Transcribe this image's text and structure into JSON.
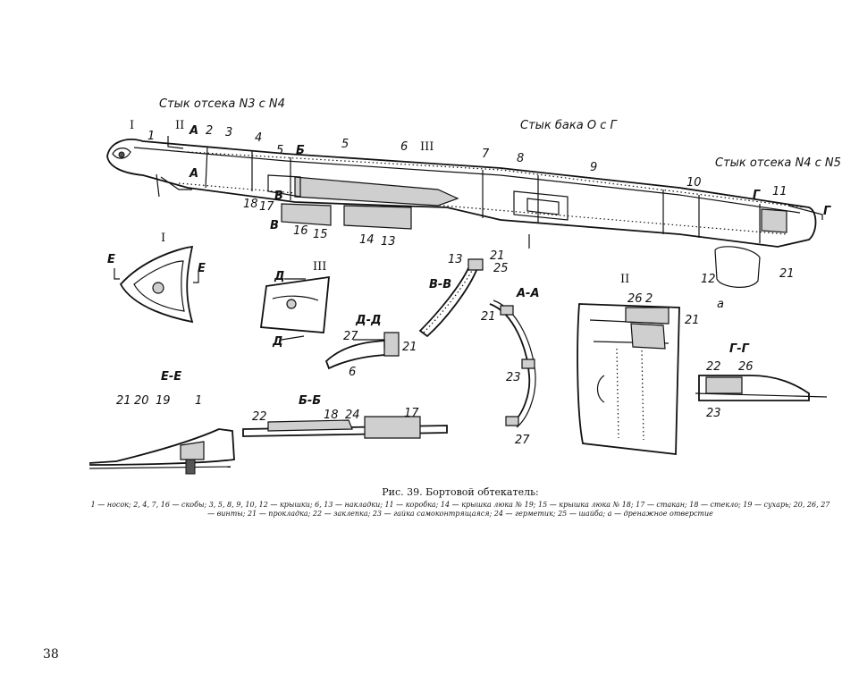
{
  "figure": {
    "joint_labels": {
      "n3_n4": "Стык отсека N3 с N4",
      "tank_o_g": "Стык бака О с Г",
      "n4_n5": "Стык отсека N4 с N5"
    },
    "callouts": [
      "1",
      "2",
      "3",
      "4",
      "5",
      "6",
      "7",
      "8",
      "9",
      "10",
      "11",
      "12",
      "13",
      "14",
      "15",
      "16",
      "17",
      "18",
      "19",
      "20",
      "21",
      "22",
      "23",
      "24",
      "25",
      "26",
      "27",
      "а"
    ],
    "view_labels": {
      "I": "I",
      "II": "II",
      "III": "III",
      "A": "А",
      "B": "Б",
      "V": "В",
      "G": "Г",
      "D": "Д",
      "E": "Е",
      "section_aa": "А-А",
      "section_bb": "Б-Б",
      "section_vv": "В-В",
      "section_gg": "Г-Г",
      "section_dd": "Д-Д",
      "section_ee": "Е-Е"
    }
  },
  "caption": {
    "title": "Рис. 39. Бортовой обтекатель:",
    "legend": "1 — носок; 2, 4, 7, 16 — скобы; 3, 5, 8, 9, 10, 12 — крышки; 6, 13 — накладки; 11 — коробка; 14 — крышка люка № 19; 15 — крышка люка № 18; 17 — стакан; 18 — стекло; 19 — сухарь; 20, 26, 27 — винты; 21 — прокладка; 22 — заклепка; 23 — гайка самоконтрящаяся; 24 — герметик; 25 — шайба; а — дренажное отверстие"
  },
  "page_number": "38"
}
